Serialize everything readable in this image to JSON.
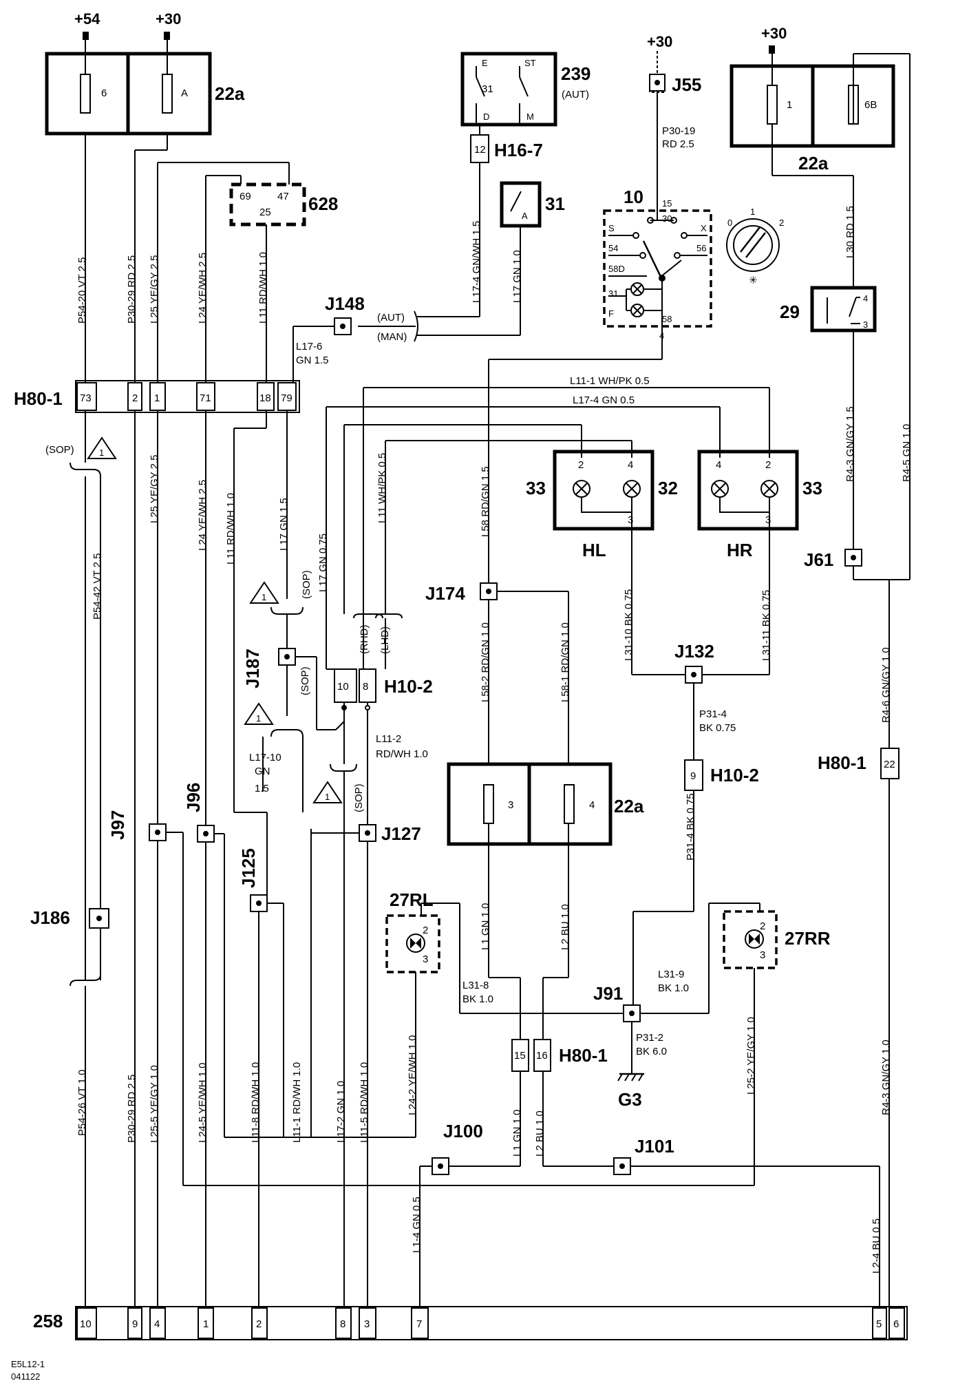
{
  "components": {
    "fuse_box_top_left": "22a",
    "fuse_6": "6",
    "fuse_a": "A",
    "fuse_box_top_right": "22a",
    "fuse_1": "1",
    "fuse_6b": "6B",
    "fuse_box_mid": "22a",
    "fuse_3": "3",
    "fuse_4": "4",
    "relay_628": "628",
    "relay_628_pin69": "69",
    "relay_628_pin47": "47",
    "relay_628_pin25": "25",
    "switch_239": "239",
    "switch_239_sub": "(AUT)",
    "switch_239_e": "E",
    "switch_239_st": "ST",
    "switch_239_31": "31",
    "switch_239_d": "D",
    "switch_239_m": "M",
    "switch_31": "31",
    "switch_31_a": "A",
    "switch_10": "10",
    "switch_10_s": "S",
    "switch_10_54": "54",
    "switch_10_58d": "58D",
    "switch_10_31": "31",
    "switch_10_f": "F",
    "switch_10_15": "15",
    "switch_10_30": "30",
    "switch_10_x": "X",
    "switch_10_56": "56",
    "switch_10_58": "58",
    "switch_10_4": "4",
    "knob_0": "0",
    "knob_1": "1",
    "knob_2": "2",
    "relay_29": "29",
    "relay_29_4": "4",
    "relay_29_3": "3",
    "lamp_hl": "HL",
    "lamp_hr": "HR",
    "lamp_33_left": "33",
    "lamp_32": "32",
    "lamp_33_right": "33",
    "hl_pin2": "2",
    "hl_pin4": "4",
    "hl_pin3": "3",
    "hr_pin4": "4",
    "hr_pin2": "2",
    "hr_pin3": "3",
    "lamp_27rl": "27RL",
    "lamp_27rr": "27RR",
    "rl_pin2": "2",
    "rl_pin3": "3",
    "rr_pin2": "2",
    "rr_pin3": "3",
    "ground_g3": "G3"
  },
  "supplies": {
    "plus54": "+54",
    "plus30_a": "+30",
    "plus30_b": "+30",
    "plus30_c": "+30"
  },
  "connectors": {
    "h80_1_top": "H80-1",
    "h80_1_pins": [
      "73",
      "2",
      "1",
      "71",
      "18",
      "79"
    ],
    "h16_7": "H16-7",
    "h16_7_pin": "12",
    "h10_2_mid": "H10-2",
    "h10_2_pins": [
      "10",
      "8"
    ],
    "h10_2_right": "H10-2",
    "h10_2_right_pin": "9",
    "h80_1_right": "H80-1",
    "h80_1_right_pin": "22",
    "h80_1_bottom": "H80-1",
    "h80_1_bottom_pins": [
      "15",
      "16"
    ],
    "c258": "258",
    "c258_pins": [
      "10",
      "9",
      "4",
      "1",
      "2",
      "8",
      "3",
      "7",
      "5",
      "6"
    ]
  },
  "junctions": {
    "j55": "J55",
    "j148": "J148",
    "j148_aut": "(AUT)",
    "j148_man": "(MAN)",
    "j174": "J174",
    "j132": "J132",
    "j61": "J61",
    "j187": "J187",
    "j97": "J97",
    "j96": "J96",
    "j127": "J127",
    "j125": "J125",
    "j186": "J186",
    "j91": "J91",
    "j100": "J100",
    "j101": "J101"
  },
  "wires": {
    "p54_20": "P54-20  VT  2.5",
    "p30_29": "P30-29  RD  2.5",
    "l25": "L25  YE/GY  2.5",
    "l24": "L24  YE/WH  2.5",
    "l11": "L11  RD/WH  1.0",
    "l17_4_top": "L17-4  GN/WH  1.5",
    "l17_top": "L17  GN  1.0",
    "p30_19a": "P30-19",
    "p30_19b": "RD  2.5",
    "l30": "L30  RD  1.5",
    "l17_6a": "L17-6",
    "l17_6b": "GN  1.5",
    "l11_1_top": "L11-1  WH/PK  0.5",
    "l17_4_mid": "L17-4  GN  0.5",
    "r4_3_top": "R4-3  GN/GY  1.5",
    "r4_5": "R4-5  GN  1.0",
    "sop_top": "(SOP)",
    "tri_1": "1",
    "p54_42": "P54-42  VT  2.5",
    "l25_mid": "L25  YE/GY  2.5",
    "l24_mid": "L24  YE/WH  2.5",
    "l11_mid": "L11  RD/WH  1.0",
    "l17_mid": "L17  GN  1.5",
    "l17_mid2": "L17  GN  0.75",
    "l11_mid2": "L11  WH/PK  0.5",
    "l58": "L58  RD/GN  1.5",
    "l31_10": "L31-10  BK  0.75",
    "l31_11": "L31-11  BK  0.75",
    "sop_mid": "(SOP)",
    "rhd": "(RHD)",
    "lhd": "(LHD)",
    "l58_2": "L58-2  RD/GN  1.0",
    "l58_1": "L58-1  RD/GN  1.0",
    "p31_4a": "P31-4",
    "p31_4b": "BK  0.75",
    "r4_6": "R4-6  GN/GY  1.0",
    "sop_j187": "(SOP)",
    "l11_2a": "L11-2",
    "l11_2b": "RD/WH  1.0",
    "l17_10a": "L17-10",
    "l17_10b": "GN",
    "l17_10c": "1.5",
    "sop_low": "(SOP)",
    "p31_4_low": "P31-4  BK  0.75",
    "l1_gn": "L1  GN  1.0",
    "l2_bu": "L2  BU  1.0",
    "l31_8a": "L31-8",
    "l31_8b": "BK  1.0",
    "l31_9a": "L31-9",
    "l31_9b": "BK  1.0",
    "p31_2a": "P31-2",
    "p31_2b": "BK  6.0",
    "p54_26": "P54-26  VT  1.0",
    "p30_29_low": "P30-29  RD  2.5",
    "l25_5": "L25-5  YE/GY  1.0",
    "l24_5": "L24-5  YE/WH  1.0",
    "l11_8": "L11-8  RD/WH  1.0",
    "l11_1_low": "L11-1  RD/WH  1.0",
    "l17_2": "L17-2  GN  1.0",
    "l11_5": "L11-5  RD/WH  1.0",
    "l24_2": "L24-2  YE/WH  1.0",
    "l1_low": "L1  GN  1.0",
    "l2_low": "L2  BU  1.0",
    "l25_2": "L25-2  YE/GY  1.0",
    "r4_3_low": "R4-3  GN/GY  1.0",
    "l1_4": "L1-4  GN  0.5",
    "l2_4": "L2-4  BU  0.5"
  },
  "footer": {
    "code": "E5L12-1",
    "date": "041122"
  }
}
